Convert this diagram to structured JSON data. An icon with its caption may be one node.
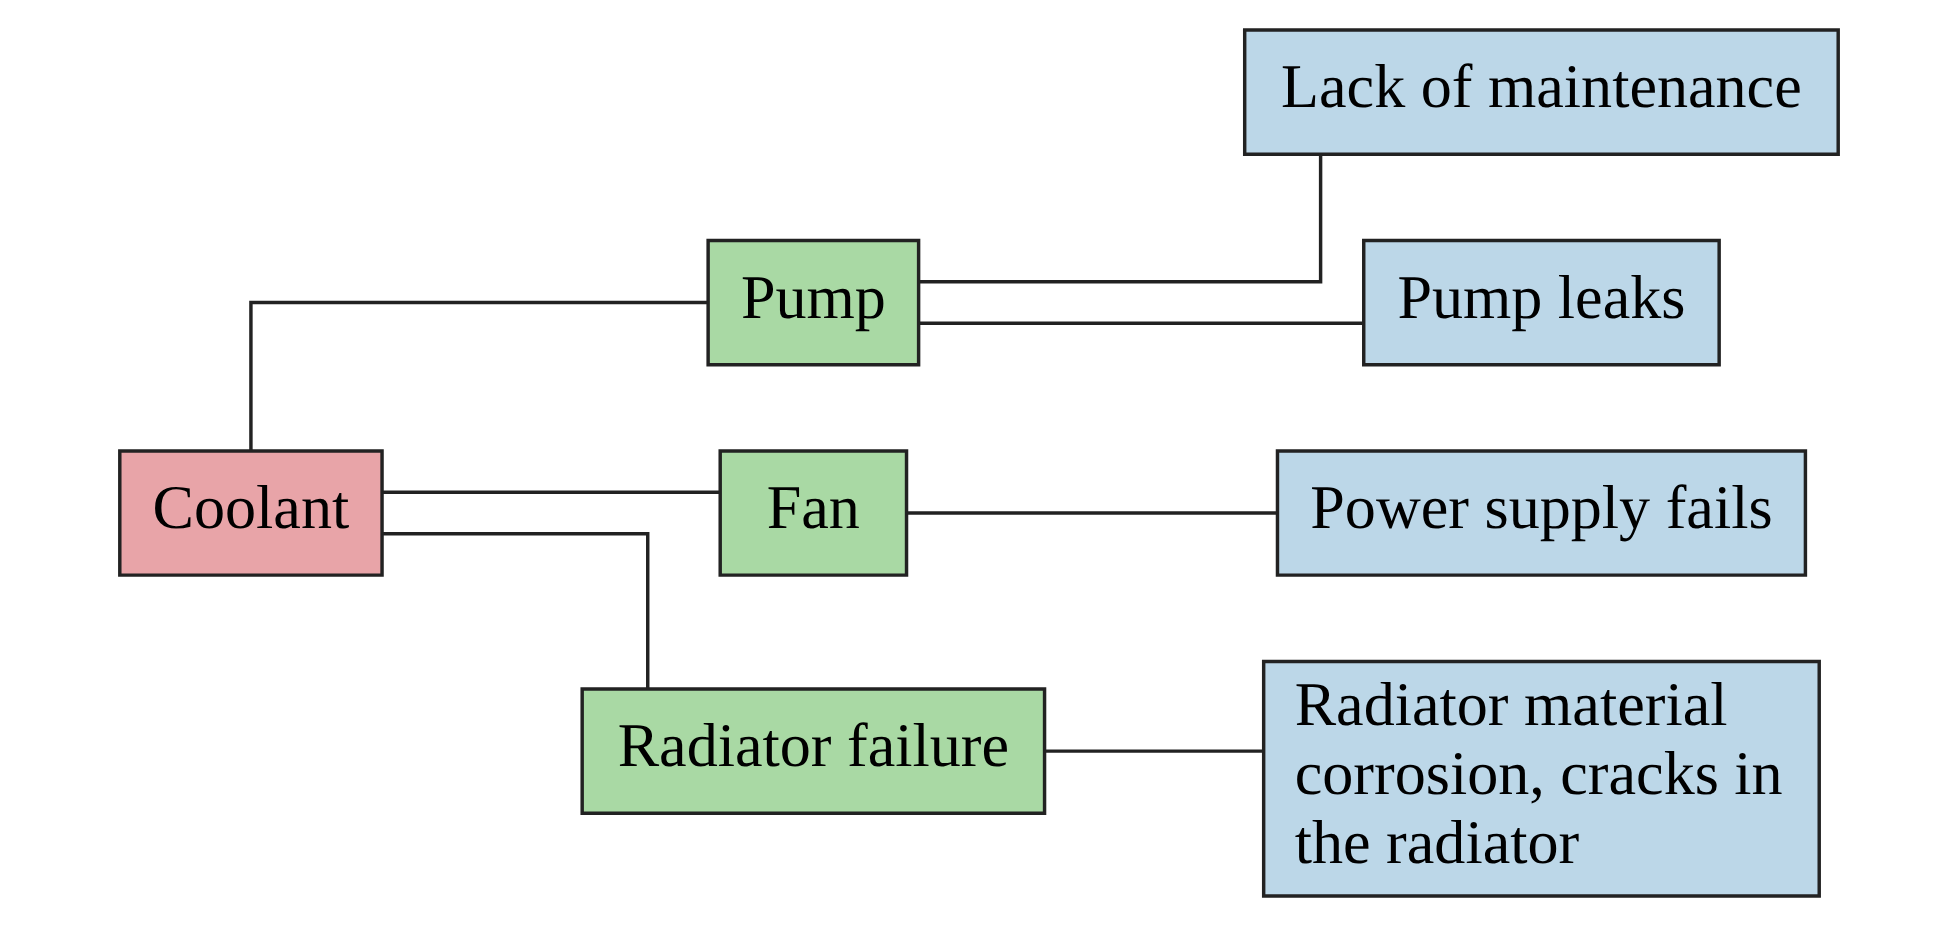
{
  "diagram": {
    "nodes": [
      {
        "text": [
          "Coolant"
        ]
      },
      {
        "text": [
          "Pump"
        ]
      },
      {
        "text": [
          "Fan"
        ]
      },
      {
        "text": [
          "Radiator failure"
        ]
      },
      {
        "text": [
          "Lack of maintenance"
        ]
      },
      {
        "text": [
          "Pump leaks"
        ]
      },
      {
        "text": [
          "Power supply fails"
        ]
      },
      {
        "text": [
          "Radiator material corrosion, cracks in the radiator"
        ]
      }
    ],
    "edges": [
      {
        "from": 0,
        "to": 1,
        "arrow": "none"
      },
      {
        "from": 0,
        "to": 2,
        "arrow": "none"
      },
      {
        "from": 0,
        "to": 3,
        "arrow": "none"
      },
      {
        "from": 1,
        "to": 4,
        "arrow": "none"
      },
      {
        "from": 1,
        "to": 5,
        "arrow": "none"
      },
      {
        "from": 2,
        "to": 6,
        "arrow": "none"
      },
      {
        "from": 3,
        "to": 7,
        "arrow": "none"
      }
    ]
  }
}
